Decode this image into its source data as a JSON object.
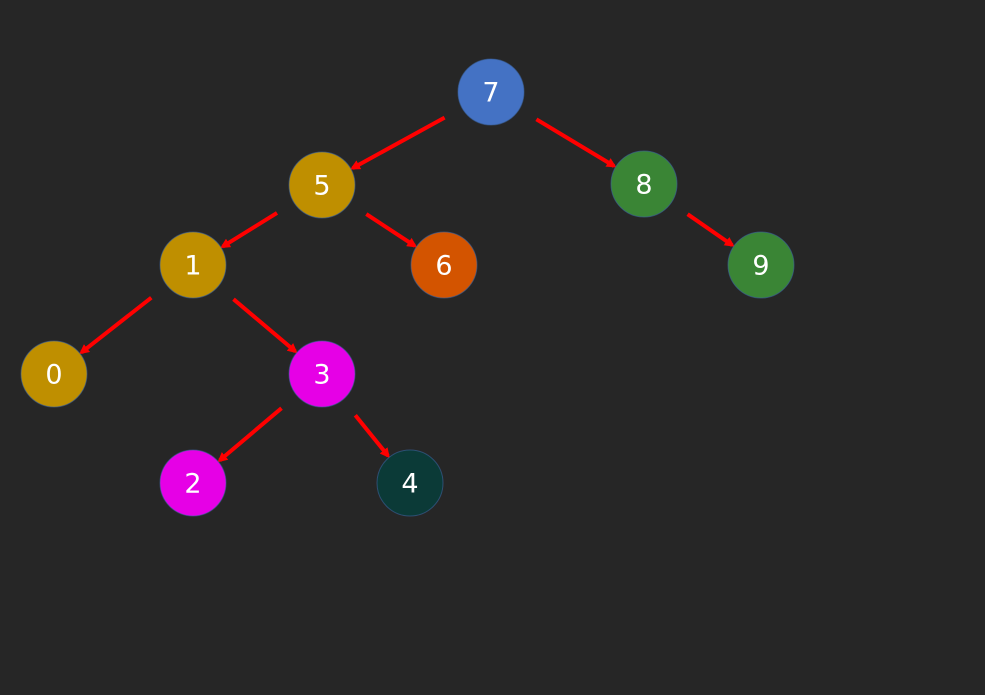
{
  "diagram": {
    "background_color": "#262626",
    "edge_color": "#ff0000",
    "label_color": "#ffffff",
    "nodes": [
      {
        "id": "n7",
        "label": "7",
        "color": "#4472c4"
      },
      {
        "id": "n5",
        "label": "5",
        "color": "#bf8f00"
      },
      {
        "id": "n8",
        "label": "8",
        "color": "#3a8535"
      },
      {
        "id": "n1",
        "label": "1",
        "color": "#bf8f00"
      },
      {
        "id": "n6",
        "label": "6",
        "color": "#d35400"
      },
      {
        "id": "n9",
        "label": "9",
        "color": "#3a8535"
      },
      {
        "id": "n0",
        "label": "0",
        "color": "#bf8f00"
      },
      {
        "id": "n3",
        "label": "3",
        "color": "#e600e6"
      },
      {
        "id": "n2",
        "label": "2",
        "color": "#e600e6"
      },
      {
        "id": "n4",
        "label": "4",
        "color": "#0b3a37"
      }
    ],
    "edges": [
      {
        "from": "n7",
        "to": "n5"
      },
      {
        "from": "n7",
        "to": "n8"
      },
      {
        "from": "n5",
        "to": "n1"
      },
      {
        "from": "n5",
        "to": "n6"
      },
      {
        "from": "n8",
        "to": "n9"
      },
      {
        "from": "n1",
        "to": "n0"
      },
      {
        "from": "n1",
        "to": "n3"
      },
      {
        "from": "n3",
        "to": "n2"
      },
      {
        "from": "n3",
        "to": "n4"
      }
    ]
  }
}
